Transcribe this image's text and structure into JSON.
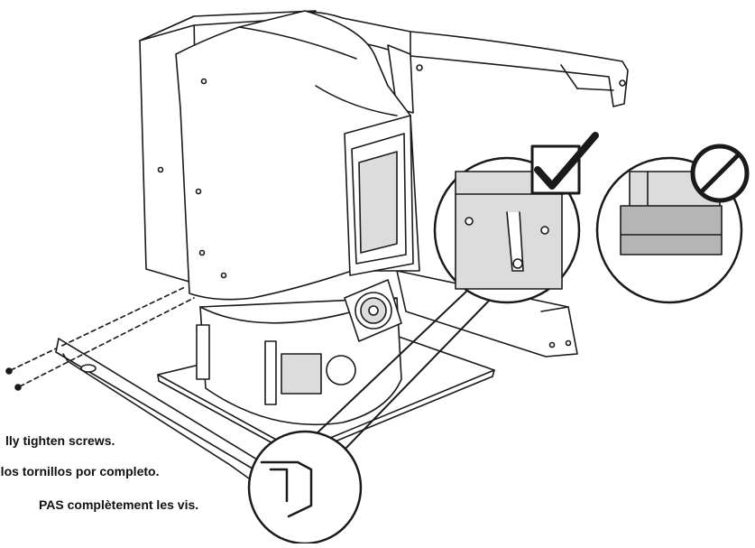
{
  "instructions": {
    "english": "lly tighten screws.",
    "spanish": "e los tornillos por completo.",
    "french": "PAS complètement les vis."
  },
  "callouts": {
    "correct_icon": "checkmark-icon",
    "incorrect_icon": "prohibited-icon"
  },
  "colors": {
    "line": "#1a1a1a",
    "panel": "#ffffff",
    "shade": "#dcdcdc",
    "dark_shade": "#b5b5b5"
  }
}
